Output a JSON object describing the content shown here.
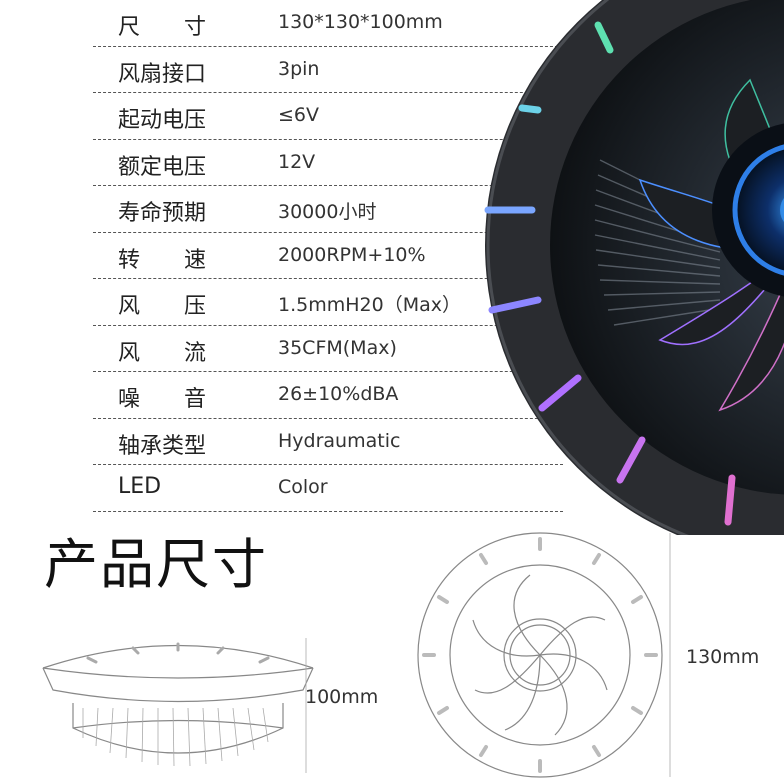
{
  "specs": [
    {
      "label": "尺　　寸",
      "value": "130*130*100mm"
    },
    {
      "label": "风扇接口",
      "value": "3pin"
    },
    {
      "label": "起动电压",
      "value": "≤6V"
    },
    {
      "label": "额定电压",
      "value": "12V"
    },
    {
      "label": "寿命预期",
      "value": "30000小时"
    },
    {
      "label": "转　　速",
      "value": "2000RPM+10%"
    },
    {
      "label": "风　　压",
      "value": "1.5mmH20（Max）"
    },
    {
      "label": "风　　流",
      "value": "35CFM(Max)"
    },
    {
      "label": "噪　　音",
      "value": "26±10%dBA"
    },
    {
      "label": "轴承类型",
      "value": "Hydraumatic"
    },
    {
      "label": "LED",
      "value": "Color"
    }
  ],
  "section_title": "产品尺寸",
  "dimensions": {
    "height": "100mm",
    "width": "130mm"
  },
  "colors": {
    "rgb_ring": [
      "#5ee0b0",
      "#6aa0ff",
      "#b070ff",
      "#e070d0"
    ],
    "hub": "#1e6fe0"
  }
}
